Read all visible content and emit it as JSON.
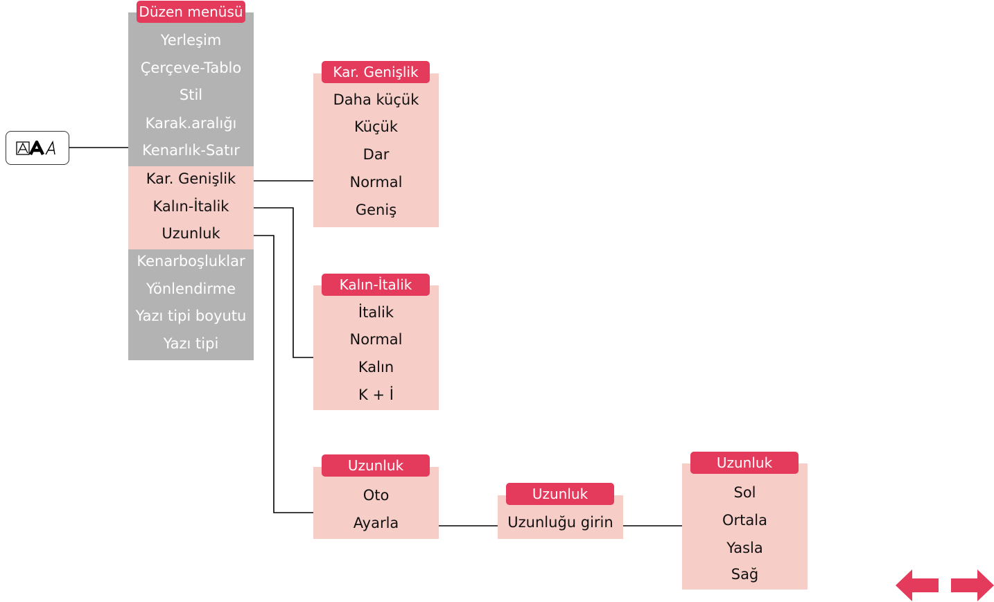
{
  "edit_menu": {
    "title": "Düzen menüsü",
    "items": [
      "Yerleşim",
      "Çerçeve-Tablo",
      "Stil",
      "Karak.aralığı",
      "Kenarlık-Satır",
      "Kar. Genişlik",
      "Kalın-İtalik",
      "Uzunluk",
      "Kenarboşluklar",
      "Yönlendirme",
      "Yazı tipi boyutu",
      "Yazı tipi"
    ]
  },
  "char_width_menu": {
    "title": "Kar. Genişlik",
    "items": [
      "Daha küçük",
      "Küçük",
      "Dar",
      "Normal",
      "Geniş"
    ]
  },
  "bold_italic_menu": {
    "title": "Kalın-İtalik",
    "items": [
      "İtalik",
      "Normal",
      "Kalın",
      "K + İ"
    ]
  },
  "length_menu": {
    "title": "Uzunluk",
    "items": [
      "Oto",
      "Ayarla"
    ]
  },
  "length_entry": {
    "title": "Uzunluk",
    "items": [
      "Uzunluğu girin"
    ]
  },
  "align_menu": {
    "title": "Uzunluk",
    "items": [
      "Sol",
      "Ortala",
      "Yasla",
      "Sağ"
    ]
  },
  "colors": {
    "header": "#e43a5c",
    "gray_panel": "#b3b3b3",
    "pink_panel": "#f7cdc8",
    "arrow": "#e43a5c"
  },
  "icons": {
    "format_key": "text-format-icon",
    "back": "arrow-left-icon",
    "forward": "arrow-right-icon"
  }
}
